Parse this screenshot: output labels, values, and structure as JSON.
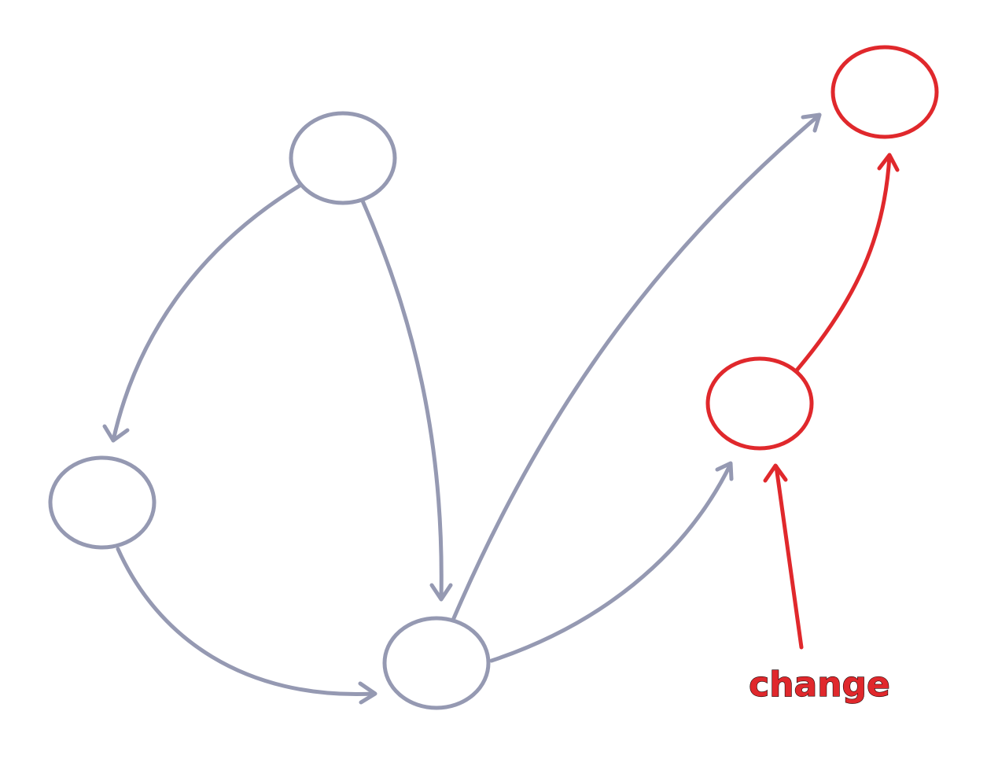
{
  "annotation": {
    "label": "change"
  },
  "colors": {
    "unchanged": "#9599b2",
    "changed": "#e0282c",
    "background": "#ffffff"
  },
  "graph": {
    "nodes": [
      {
        "id": "top",
        "status": "unchanged"
      },
      {
        "id": "left",
        "status": "unchanged"
      },
      {
        "id": "bottom",
        "status": "unchanged"
      },
      {
        "id": "middle-right",
        "status": "changed"
      },
      {
        "id": "top-right",
        "status": "changed"
      }
    ],
    "edges": [
      {
        "from": "top",
        "to": "left",
        "status": "unchanged"
      },
      {
        "from": "top",
        "to": "bottom",
        "status": "unchanged"
      },
      {
        "from": "left",
        "to": "bottom",
        "status": "unchanged"
      },
      {
        "from": "bottom",
        "to": "top-right",
        "status": "unchanged"
      },
      {
        "from": "bottom",
        "to": "middle-right",
        "status": "unchanged"
      },
      {
        "from": "middle-right",
        "to": "top-right",
        "status": "changed"
      }
    ]
  }
}
